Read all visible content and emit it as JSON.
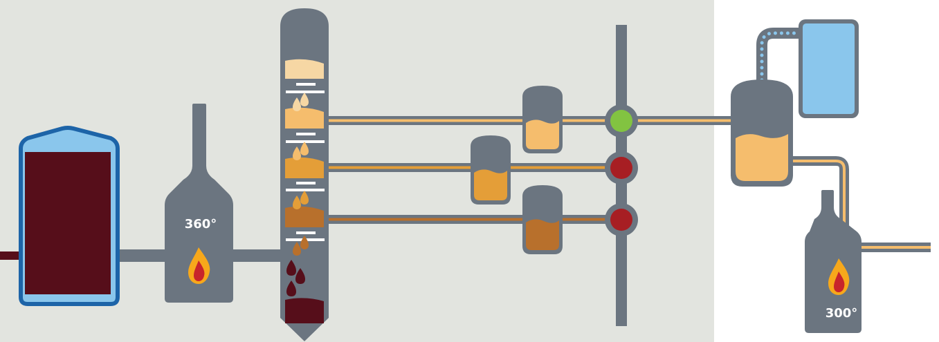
{
  "furnaces": {
    "primary": {
      "temperature": "360°"
    },
    "secondary": {
      "temperature": "300°"
    }
  },
  "colors": {
    "panel_background": "#e2e4df",
    "equipment_gray": "#6b7580",
    "crude_oil": "#560e1a",
    "tank_outline_blue": "#1d64a8",
    "tank_fill_blue": "#8ac6ec",
    "fraction_light": "#f6d7a4",
    "fraction_mid_light": "#f5bd6d",
    "fraction_mid": "#e49e38",
    "fraction_heavy": "#b8702c",
    "valve_open_green": "#82c341",
    "valve_closed_red": "#a71e23",
    "flame_outer": "#f7a81b",
    "flame_inner": "#c8252b",
    "label_white": "#ffffff"
  },
  "valves": [
    {
      "state": "open",
      "color": "#82c341"
    },
    {
      "state": "closed",
      "color": "#a71e23"
    },
    {
      "state": "closed",
      "color": "#a71e23"
    }
  ],
  "icons": [
    "flame-icon",
    "valve-icon",
    "droplet-icon"
  ]
}
